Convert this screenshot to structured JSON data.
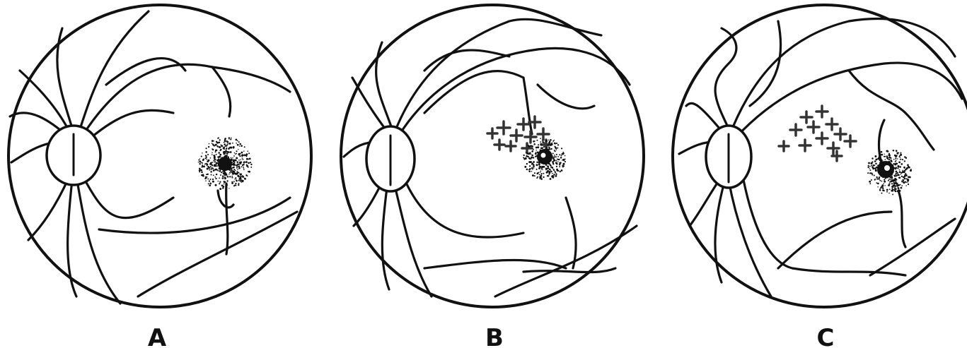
{
  "figure": {
    "panels": [
      {
        "label": "A",
        "macula_core": "solid",
        "exudate_clusters": 0
      },
      {
        "label": "B",
        "macula_core": "hole",
        "exudate_clusters": 11
      },
      {
        "label": "C",
        "macula_core": "hole",
        "exudate_clusters": 12
      }
    ],
    "colors": {
      "ink": "#111111",
      "background": "#ffffff"
    }
  }
}
